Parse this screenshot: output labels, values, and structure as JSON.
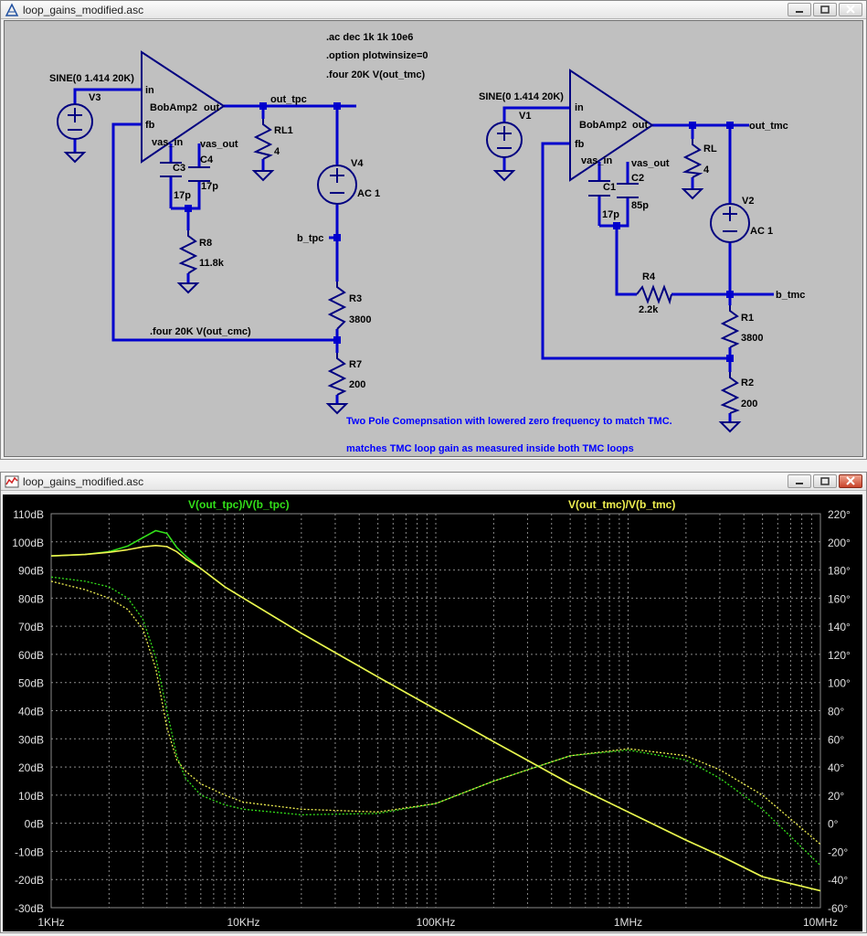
{
  "schematic_window": {
    "title": "loop_gains_modified.asc",
    "directives": [
      ".ac dec 1k 1k 10e6",
      ".option plotwinsize=0",
      ".four 20K  V(out_tmc)"
    ],
    "directive_cmc": ".four 20K  V(out_cmc)",
    "notes": [
      "Two Pole Comepnsation with lowered zero frequency to match TMC.",
      "matches TMC loop gain as measured inside both TMC loops"
    ],
    "left": {
      "source_spec": "SINE(0 1.414 20K)",
      "source_name": "V3",
      "amp_name": "BobAmp2",
      "pin_in": "in",
      "pin_fb": "fb",
      "pin_out": "out",
      "pin_vas_in": "vas_in",
      "pin_vas_out": "vas_out",
      "c3_name": "C3",
      "c3_val": "17p",
      "c4_name": "C4",
      "c4_val": "17p",
      "r8_name": "R8",
      "r8_val": "11.8k",
      "rl_name": "RL1",
      "rl_val": "4",
      "out_label": "out_tpc",
      "v_name": "V4",
      "v_val": "AC 1",
      "b_label": "b_tpc",
      "r3_name": "R3",
      "r3_val": "3800",
      "r7_name": "R7",
      "r7_val": "200"
    },
    "right": {
      "source_spec": "SINE(0 1.414 20K)",
      "source_name": "V1",
      "amp_name": "BobAmp2",
      "pin_in": "in",
      "pin_fb": "fb",
      "pin_out": "out",
      "pin_vas_in": "vas_in",
      "pin_vas_out": "vas_out",
      "c1_name": "C1",
      "c1_val": "17p",
      "c2_name": "C2",
      "c2_val": "85p",
      "r4_name": "R4",
      "r4_val": "2.2k",
      "rl_name": "RL",
      "rl_val": "4",
      "out_label": "out_tmc",
      "v_name": "V2",
      "v_val": "AC 1",
      "b_label": "b_tmc",
      "r1_name": "R1",
      "r1_val": "3800",
      "r2_name": "R2",
      "r2_val": "200"
    }
  },
  "plot_window": {
    "title": "loop_gains_modified.asc",
    "colors": {
      "trace1": "#33e01a",
      "trace2": "#f0f050",
      "bg": "#000000",
      "grid": "#8a8a8a"
    }
  },
  "chart_data": {
    "type": "line",
    "x_scale": "log",
    "xlim": [
      1000,
      10000000
    ],
    "x_ticks": [
      "1KHz",
      "10KHz",
      "100KHz",
      "1MHz",
      "10MHz"
    ],
    "y_ticks": [
      "110dB",
      "100dB",
      "90dB",
      "80dB",
      "70dB",
      "60dB",
      "50dB",
      "40dB",
      "30dB",
      "20dB",
      "10dB",
      "0dB",
      "-10dB",
      "-20dB",
      "-30dB"
    ],
    "ylim": [
      -30,
      110
    ],
    "y2_ticks": [
      "220°",
      "200°",
      "180°",
      "160°",
      "140°",
      "120°",
      "100°",
      "80°",
      "60°",
      "40°",
      "20°",
      "0°",
      "-20°",
      "-40°",
      "-60°"
    ],
    "y2lim": [
      -60,
      220
    ],
    "series": [
      {
        "name": "V(out_tpc)/V(b_tpc)",
        "quantity": "magnitude_dB",
        "x": [
          1000,
          1500,
          2000,
          2500,
          3000,
          3500,
          4000,
          4500,
          5000,
          6000,
          8000,
          10000,
          20000,
          50000,
          100000,
          200000,
          500000,
          1000000,
          2000000,
          3000000,
          5000000,
          10000000
        ],
        "y": [
          95,
          95.5,
          96.5,
          98.5,
          101.5,
          104,
          103,
          98,
          95,
          90.5,
          84,
          80,
          67.5,
          52,
          40.5,
          29,
          14,
          4,
          -6,
          -11.5,
          -19,
          -24
        ]
      },
      {
        "name": "V(out_tmc)/V(b_tmc)",
        "quantity": "magnitude_dB",
        "x": [
          1000,
          1500,
          2000,
          2500,
          3000,
          3500,
          4000,
          4500,
          5000,
          6000,
          8000,
          10000,
          20000,
          50000,
          100000,
          200000,
          500000,
          1000000,
          2000000,
          3000000,
          5000000,
          10000000
        ],
        "y": [
          95,
          95.5,
          96.3,
          97.2,
          98.2,
          98.7,
          98.3,
          96.5,
          94,
          90.5,
          84,
          80,
          67.5,
          52,
          40.5,
          29,
          14,
          4,
          -6,
          -11.5,
          -19,
          -24
        ]
      },
      {
        "name": "V(out_tpc)/V(b_tpc)",
        "quantity": "phase_deg",
        "x": [
          1000,
          1500,
          2000,
          2500,
          3000,
          3500,
          4000,
          4500,
          5000,
          6000,
          8000,
          10000,
          20000,
          50000,
          100000,
          200000,
          500000,
          1000000,
          2000000,
          3000000,
          5000000,
          10000000
        ],
        "y": [
          175,
          172,
          168,
          160,
          145,
          118,
          80,
          48,
          32,
          20,
          13,
          10,
          6,
          7,
          14,
          30,
          48,
          52,
          45,
          32,
          10,
          -30
        ]
      },
      {
        "name": "V(out_tmc)/V(b_tmc)",
        "quantity": "phase_deg",
        "x": [
          1000,
          1500,
          2000,
          2500,
          3000,
          3500,
          4000,
          4500,
          5000,
          6000,
          8000,
          10000,
          20000,
          50000,
          100000,
          200000,
          500000,
          1000000,
          2000000,
          3000000,
          5000000,
          10000000
        ],
        "y": [
          172,
          166,
          160,
          152,
          138,
          110,
          68,
          45,
          37,
          28,
          20,
          15,
          10,
          8,
          14,
          30,
          48,
          53,
          48,
          38,
          20,
          -15
        ]
      }
    ]
  }
}
